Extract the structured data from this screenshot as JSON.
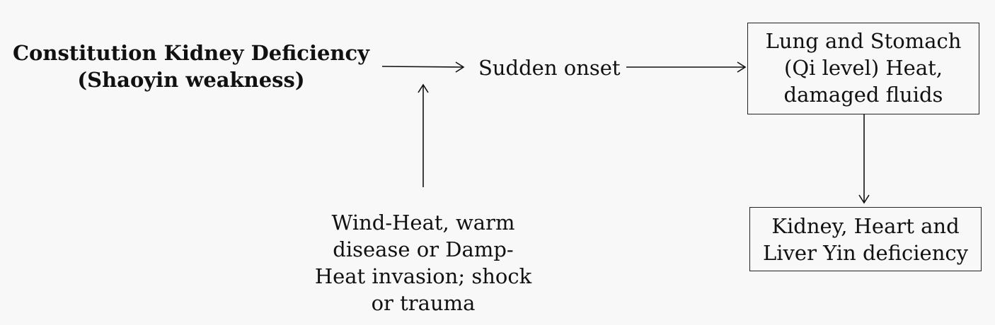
{
  "nodes": {
    "constitution": {
      "lines": [
        "Constitution Kidney Deficiency",
        "(Shaoyin weakness)"
      ]
    },
    "onset": {
      "lines": [
        "Sudden onset"
      ]
    },
    "lung_stomach": {
      "lines": [
        "Lung and Stomach",
        "(Qi level) Heat,",
        "damaged fluids"
      ]
    },
    "kidney_heart_liver": {
      "lines": [
        "Kidney, Heart and",
        "Liver Yin deficiency"
      ]
    },
    "wind_heat": {
      "lines": [
        "Wind-Heat, warm",
        "disease or Damp-",
        "Heat invasion; shock",
        "or trauma"
      ]
    }
  },
  "edges": [
    {
      "from": "constitution",
      "to": "onset"
    },
    {
      "from": "wind_heat",
      "to": "constitution-onset-edge"
    },
    {
      "from": "onset",
      "to": "lung_stomach"
    },
    {
      "from": "lung_stomach",
      "to": "kidney_heart_liver"
    }
  ]
}
